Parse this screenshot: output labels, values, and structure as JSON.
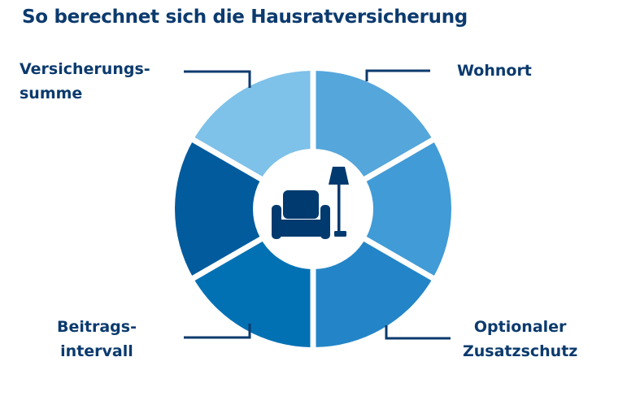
{
  "title": "So berechnet sich die Hausratversicherung",
  "center_icon": "armchair-and-floor-lamp-icon",
  "colors": {
    "text": "#0b3a6e",
    "connector": "#0b3a6e",
    "segment_top_right": "#55A6DB",
    "segment_right": "#419BD6",
    "segment_bottom_right": "#2385C7",
    "segment_bottom_left": "#0271B4",
    "segment_left": "#025B9D",
    "segment_top_left": "#7EC1E9",
    "icon": "#003a6e"
  },
  "labels": {
    "top_left": {
      "line1": "Versicherungs-",
      "line2": "summe"
    },
    "top_right": {
      "line1": "Wohnort"
    },
    "bottom_left": {
      "line1": "Beitrags-",
      "line2": "intervall"
    },
    "bottom_right": {
      "line1": "Optionaler",
      "line2": "Zusatzschutz"
    }
  }
}
